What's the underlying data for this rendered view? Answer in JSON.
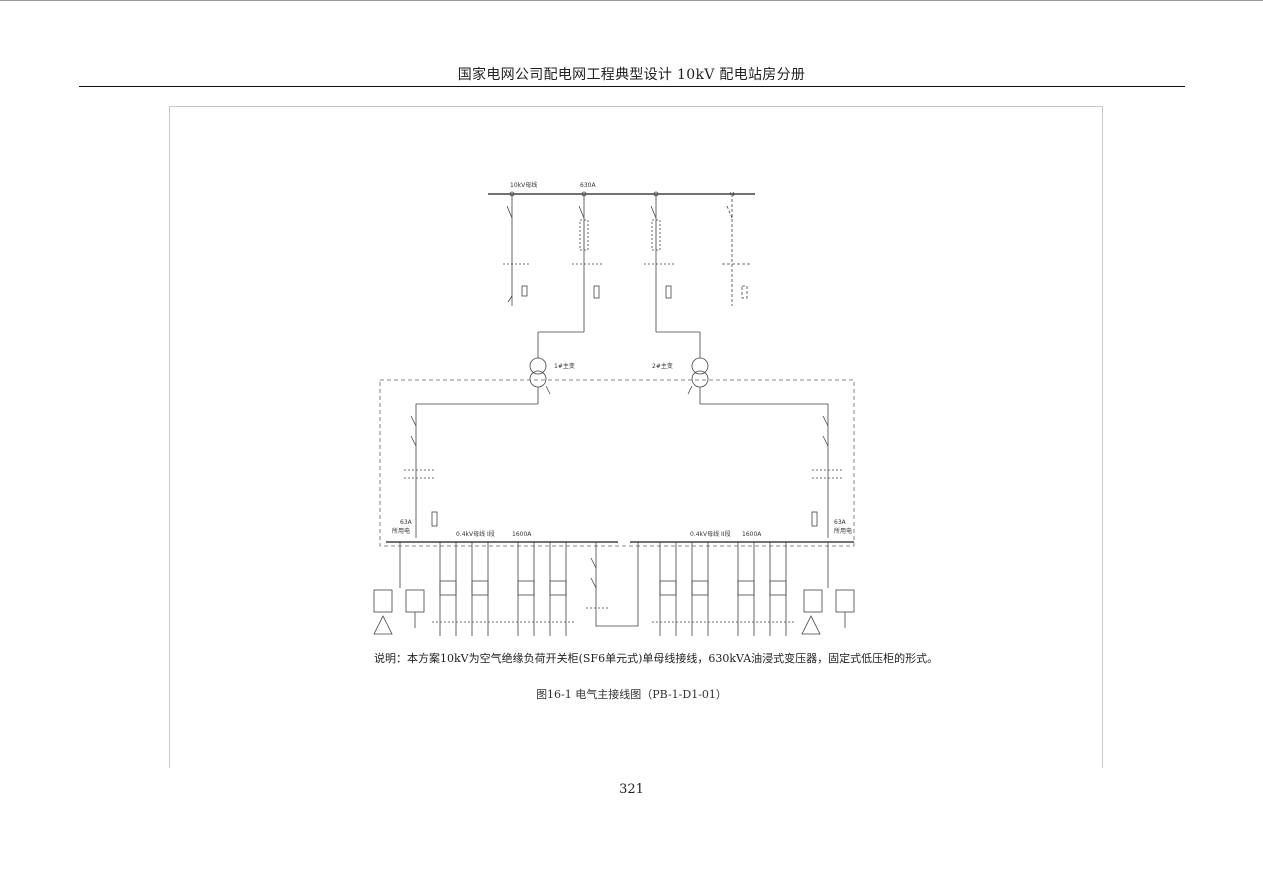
{
  "header": {
    "title": "国家电网公司配电网工程典型设计    10kV 配电站房分册"
  },
  "diagram": {
    "labels": {
      "bus_10kv": "10kV母线",
      "rating_10kv": "630A",
      "transformer_1": "1#主变",
      "transformer_2": "2#主变",
      "bus_04kv_1": "0.4kV母线 I段",
      "bus_04kv_2": "0.4kV母线 II段",
      "rating_04kv_1": "1600A",
      "rating_04kv_2": "1600A",
      "aux_left_rating": "63A",
      "aux_left_label": "所用电",
      "aux_right_rating": "63A",
      "aux_right_label": "所用电"
    }
  },
  "note": "说明：本方案10kV为空气绝缘负荷开关柜(SF6单元式)单母线接线，630kVA油浸式变压器，固定式低压柜的形式。",
  "caption": "图16-1 电气主接线图（PB-1-D1-01）",
  "page_number": "321"
}
